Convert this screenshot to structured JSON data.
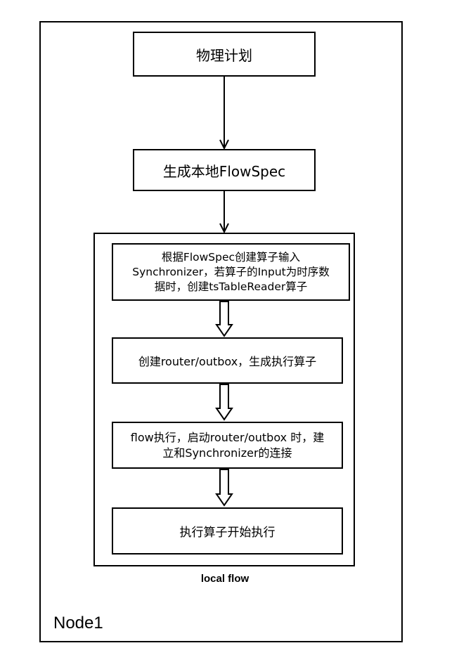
{
  "diagram": {
    "node_label": "Node1",
    "group_label": "local flow",
    "steps": [
      {
        "id": "physical-plan",
        "lines": [
          "物理计划"
        ]
      },
      {
        "id": "generate-flowspec",
        "lines": [
          "生成本地FlowSpec"
        ]
      },
      {
        "id": "create-synchronizer",
        "lines": [
          "根据FlowSpec创建算子输入",
          "Synchronizer，若算子的Input为时序数",
          "据时，创建tsTableReader算子"
        ]
      },
      {
        "id": "create-router",
        "lines": [
          "创建router/outbox，生成执行算子"
        ]
      },
      {
        "id": "flow-execute",
        "lines": [
          "flow执行，启动router/outbox 时，建",
          "立和Synchronizer的连接"
        ]
      },
      {
        "id": "operator-execute",
        "lines": [
          "执行算子开始执行"
        ]
      }
    ],
    "edges": [
      {
        "from": "physical-plan",
        "to": "generate-flowspec",
        "style": "line-arrow"
      },
      {
        "from": "generate-flowspec",
        "to": "local-flow",
        "style": "line-arrow"
      },
      {
        "from": "create-synchronizer",
        "to": "create-router",
        "style": "hollow-block-arrow"
      },
      {
        "from": "create-router",
        "to": "flow-execute",
        "style": "hollow-block-arrow"
      },
      {
        "from": "flow-execute",
        "to": "operator-execute",
        "style": "hollow-block-arrow"
      }
    ]
  }
}
